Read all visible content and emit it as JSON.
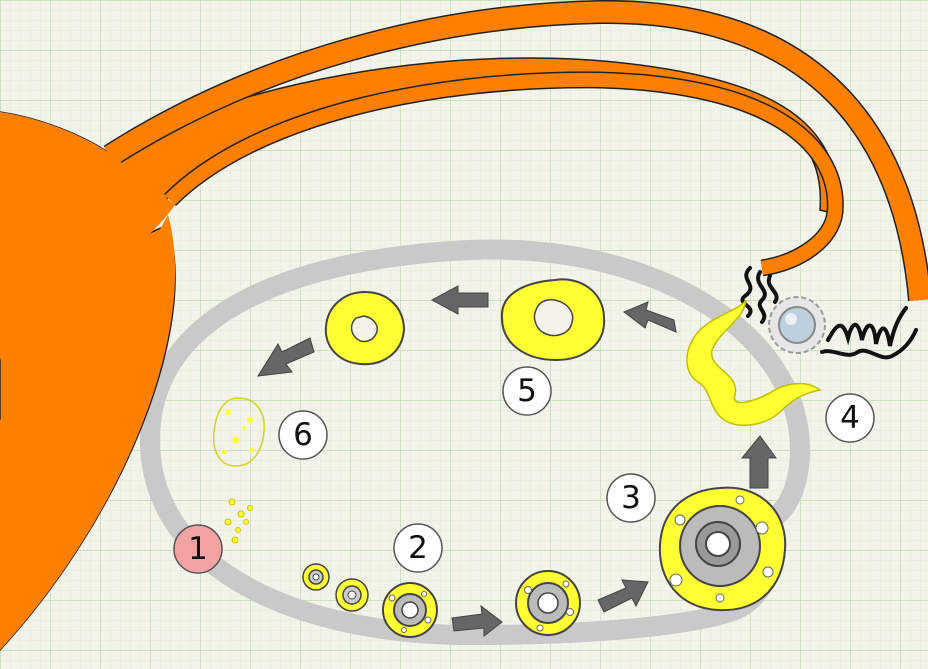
{
  "diagram": {
    "colors": {
      "background": "#f3f3ea",
      "grid": "#cfe6c9",
      "ovary": "#c9c9c9",
      "uterine_tube": "#ff8000",
      "tube_lining": "#d00000",
      "follicle_yellow": "#ffff33",
      "oocyte_gray": "#aaaaaa",
      "arrow": "#666666",
      "label_fill": "#ffffff",
      "label_fill_stage1": "#f4a3a3"
    },
    "stage_labels": [
      {
        "id": "stage-1",
        "text": "1"
      },
      {
        "id": "stage-2",
        "text": "2"
      },
      {
        "id": "stage-3",
        "text": "3"
      },
      {
        "id": "stage-4",
        "text": "4"
      },
      {
        "id": "stage-5",
        "text": "5"
      },
      {
        "id": "stage-6",
        "text": "6"
      }
    ],
    "icons": [
      "primordial-follicle-icon",
      "primary-follicle-icon",
      "secondary-follicle-icon",
      "mature-follicle-icon",
      "ruptured-follicle-icon",
      "released-oocyte-icon",
      "corpus-luteum-icon",
      "corpus-albicans-icon",
      "fimbriae-icon"
    ]
  }
}
